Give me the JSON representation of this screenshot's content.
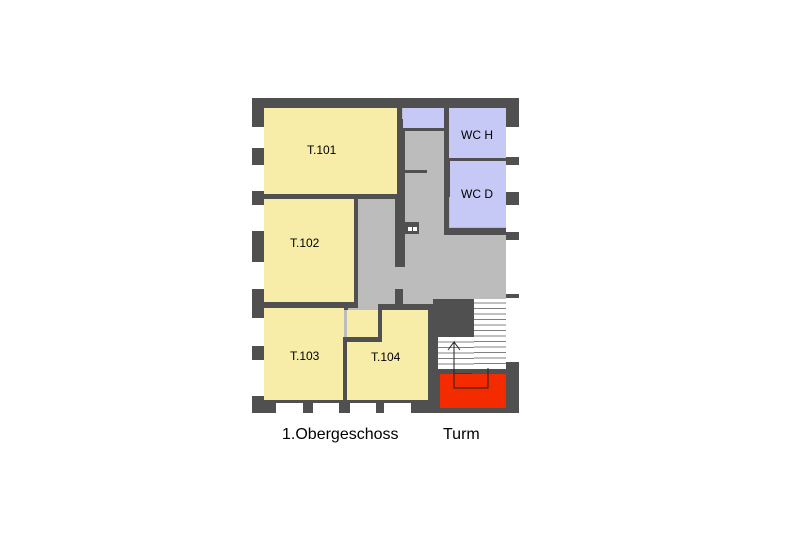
{
  "colors": {
    "wall": "#505050",
    "office": "#f8eca9",
    "wc": "#c6c9f6",
    "corridor": "#bcbcbc",
    "tower": "#f52b00",
    "window": "#ffffff",
    "stair": "#ffffff"
  },
  "rooms": {
    "t101": "T.101",
    "t102": "T.102",
    "t103": "T.103",
    "t104": "T.104",
    "wch": "WC H",
    "wcd": "WC D"
  },
  "caption": {
    "floor": "1.Obergeschoss",
    "section": "Turm"
  }
}
